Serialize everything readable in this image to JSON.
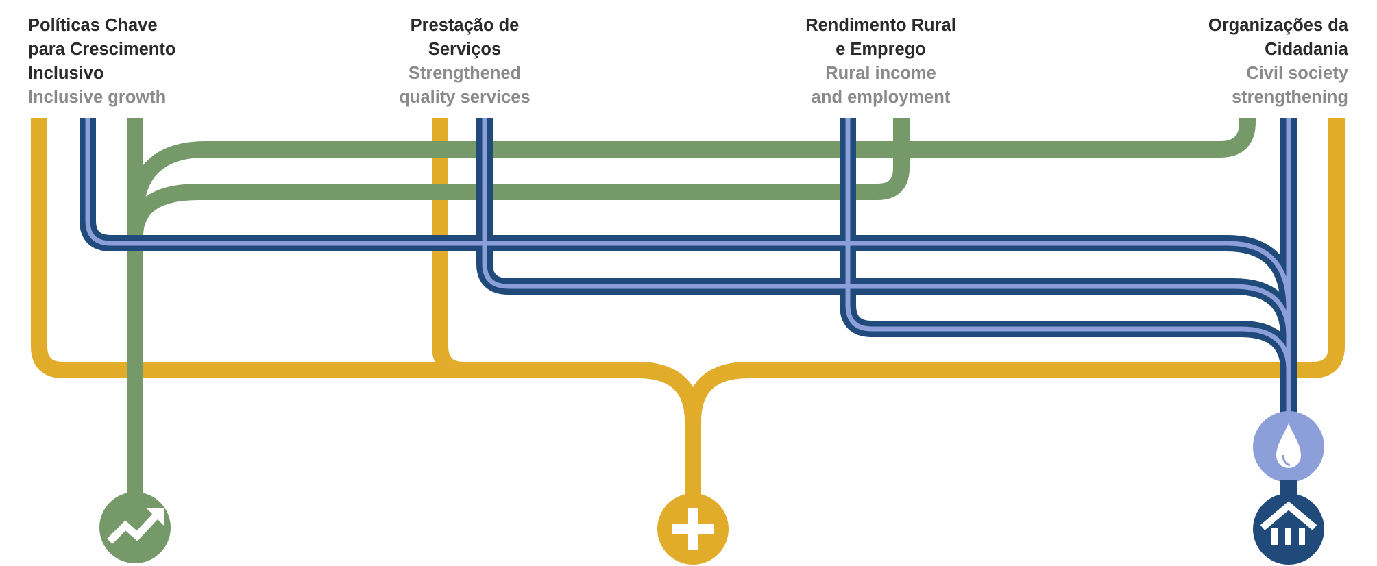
{
  "columns": [
    {
      "id": "inclusive-growth",
      "title_pt_lines": [
        "Políticas Chave",
        "para Crescimento",
        "Inclusivo"
      ],
      "title_en_lines": [
        "Inclusive growth"
      ]
    },
    {
      "id": "services",
      "title_pt_lines": [
        "Prestação de",
        "Serviços"
      ],
      "title_en_lines": [
        "Strengthened",
        "quality services"
      ]
    },
    {
      "id": "rural-income",
      "title_pt_lines": [
        "Rendimento Rural",
        "e Emprego"
      ],
      "title_en_lines": [
        "Rural income",
        "and employment"
      ]
    },
    {
      "id": "civil-society",
      "title_pt_lines": [
        "Organizações da",
        "Cidadania"
      ],
      "title_en_lines": [
        "Civil society",
        "strengthening"
      ]
    }
  ],
  "colors": {
    "green": "#76996a",
    "gold": "#e0ac2a",
    "navy": "#1f4a7a",
    "lavender": "#8c9fd9",
    "background": "#ffffff",
    "heading_text": "#2a2a2a",
    "subheading_text": "#8a8a8a"
  },
  "end_icons": [
    {
      "name": "growth-arrow-icon",
      "color": "green"
    },
    {
      "name": "plus-icon",
      "color": "gold"
    },
    {
      "name": "water-drop-icon",
      "color": "lavender"
    },
    {
      "name": "community-building-icon",
      "color": "navy"
    }
  ]
}
